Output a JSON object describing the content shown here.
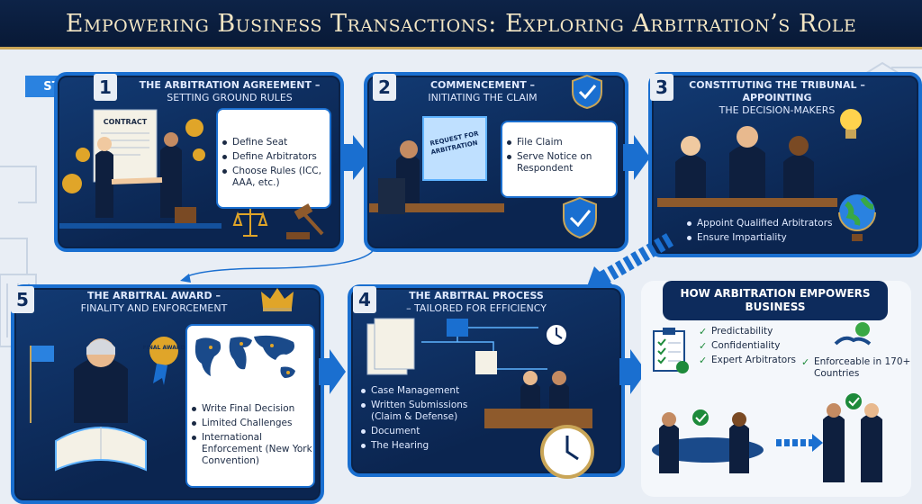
{
  "banner": {
    "title": "Empowering Business Transactions: Exploring Arbitration’s Role"
  },
  "start_label": "START",
  "steps": [
    {
      "number": "1",
      "title": "The Arbitration Agreement –",
      "subtitle": "Setting Ground Rules",
      "doc_label": "CONTRACT",
      "items": [
        "Define Seat",
        "Define Arbitrators",
        "Choose Rules (ICC, AAA, etc.)"
      ]
    },
    {
      "number": "2",
      "title": "Commencement –",
      "subtitle": "Initiating the Claim",
      "doc_label": "REQUEST FOR ARBITRATION",
      "items": [
        "File Claim",
        "Serve Notice on Respondent"
      ]
    },
    {
      "number": "3",
      "title": "Constituting the Tribunal – Appointing",
      "subtitle": "the Decision-Makers",
      "items": [
        "Appoint Qualified Arbitrators",
        "Ensure Impartiality"
      ]
    },
    {
      "number": "4",
      "title": "The Arbitral Process",
      "subtitle": "– Tailored for Efficiency",
      "items": [
        "Case Management",
        "Written Submissions (Claim & Defense)",
        "Document",
        "The Hearing"
      ]
    },
    {
      "number": "5",
      "title": "The Arbitral Award –",
      "subtitle": "Finality and Enforcement",
      "badge_label": "FINAL AWARD",
      "items": [
        "Write Final Decision",
        "Limited Challenges",
        "International Enforcement (New York Convention)"
      ]
    }
  ],
  "empowers": {
    "title": "How Arbitration Empowers Business",
    "items": [
      "Predictability",
      "Confidentiality",
      "Expert Arbitrators"
    ],
    "side_item": "Enforceable in 170+ Countries"
  },
  "colors": {
    "navy": "#0d2347",
    "gold": "#c9a557",
    "blue": "#1a6fd0",
    "card": "#123a73"
  }
}
